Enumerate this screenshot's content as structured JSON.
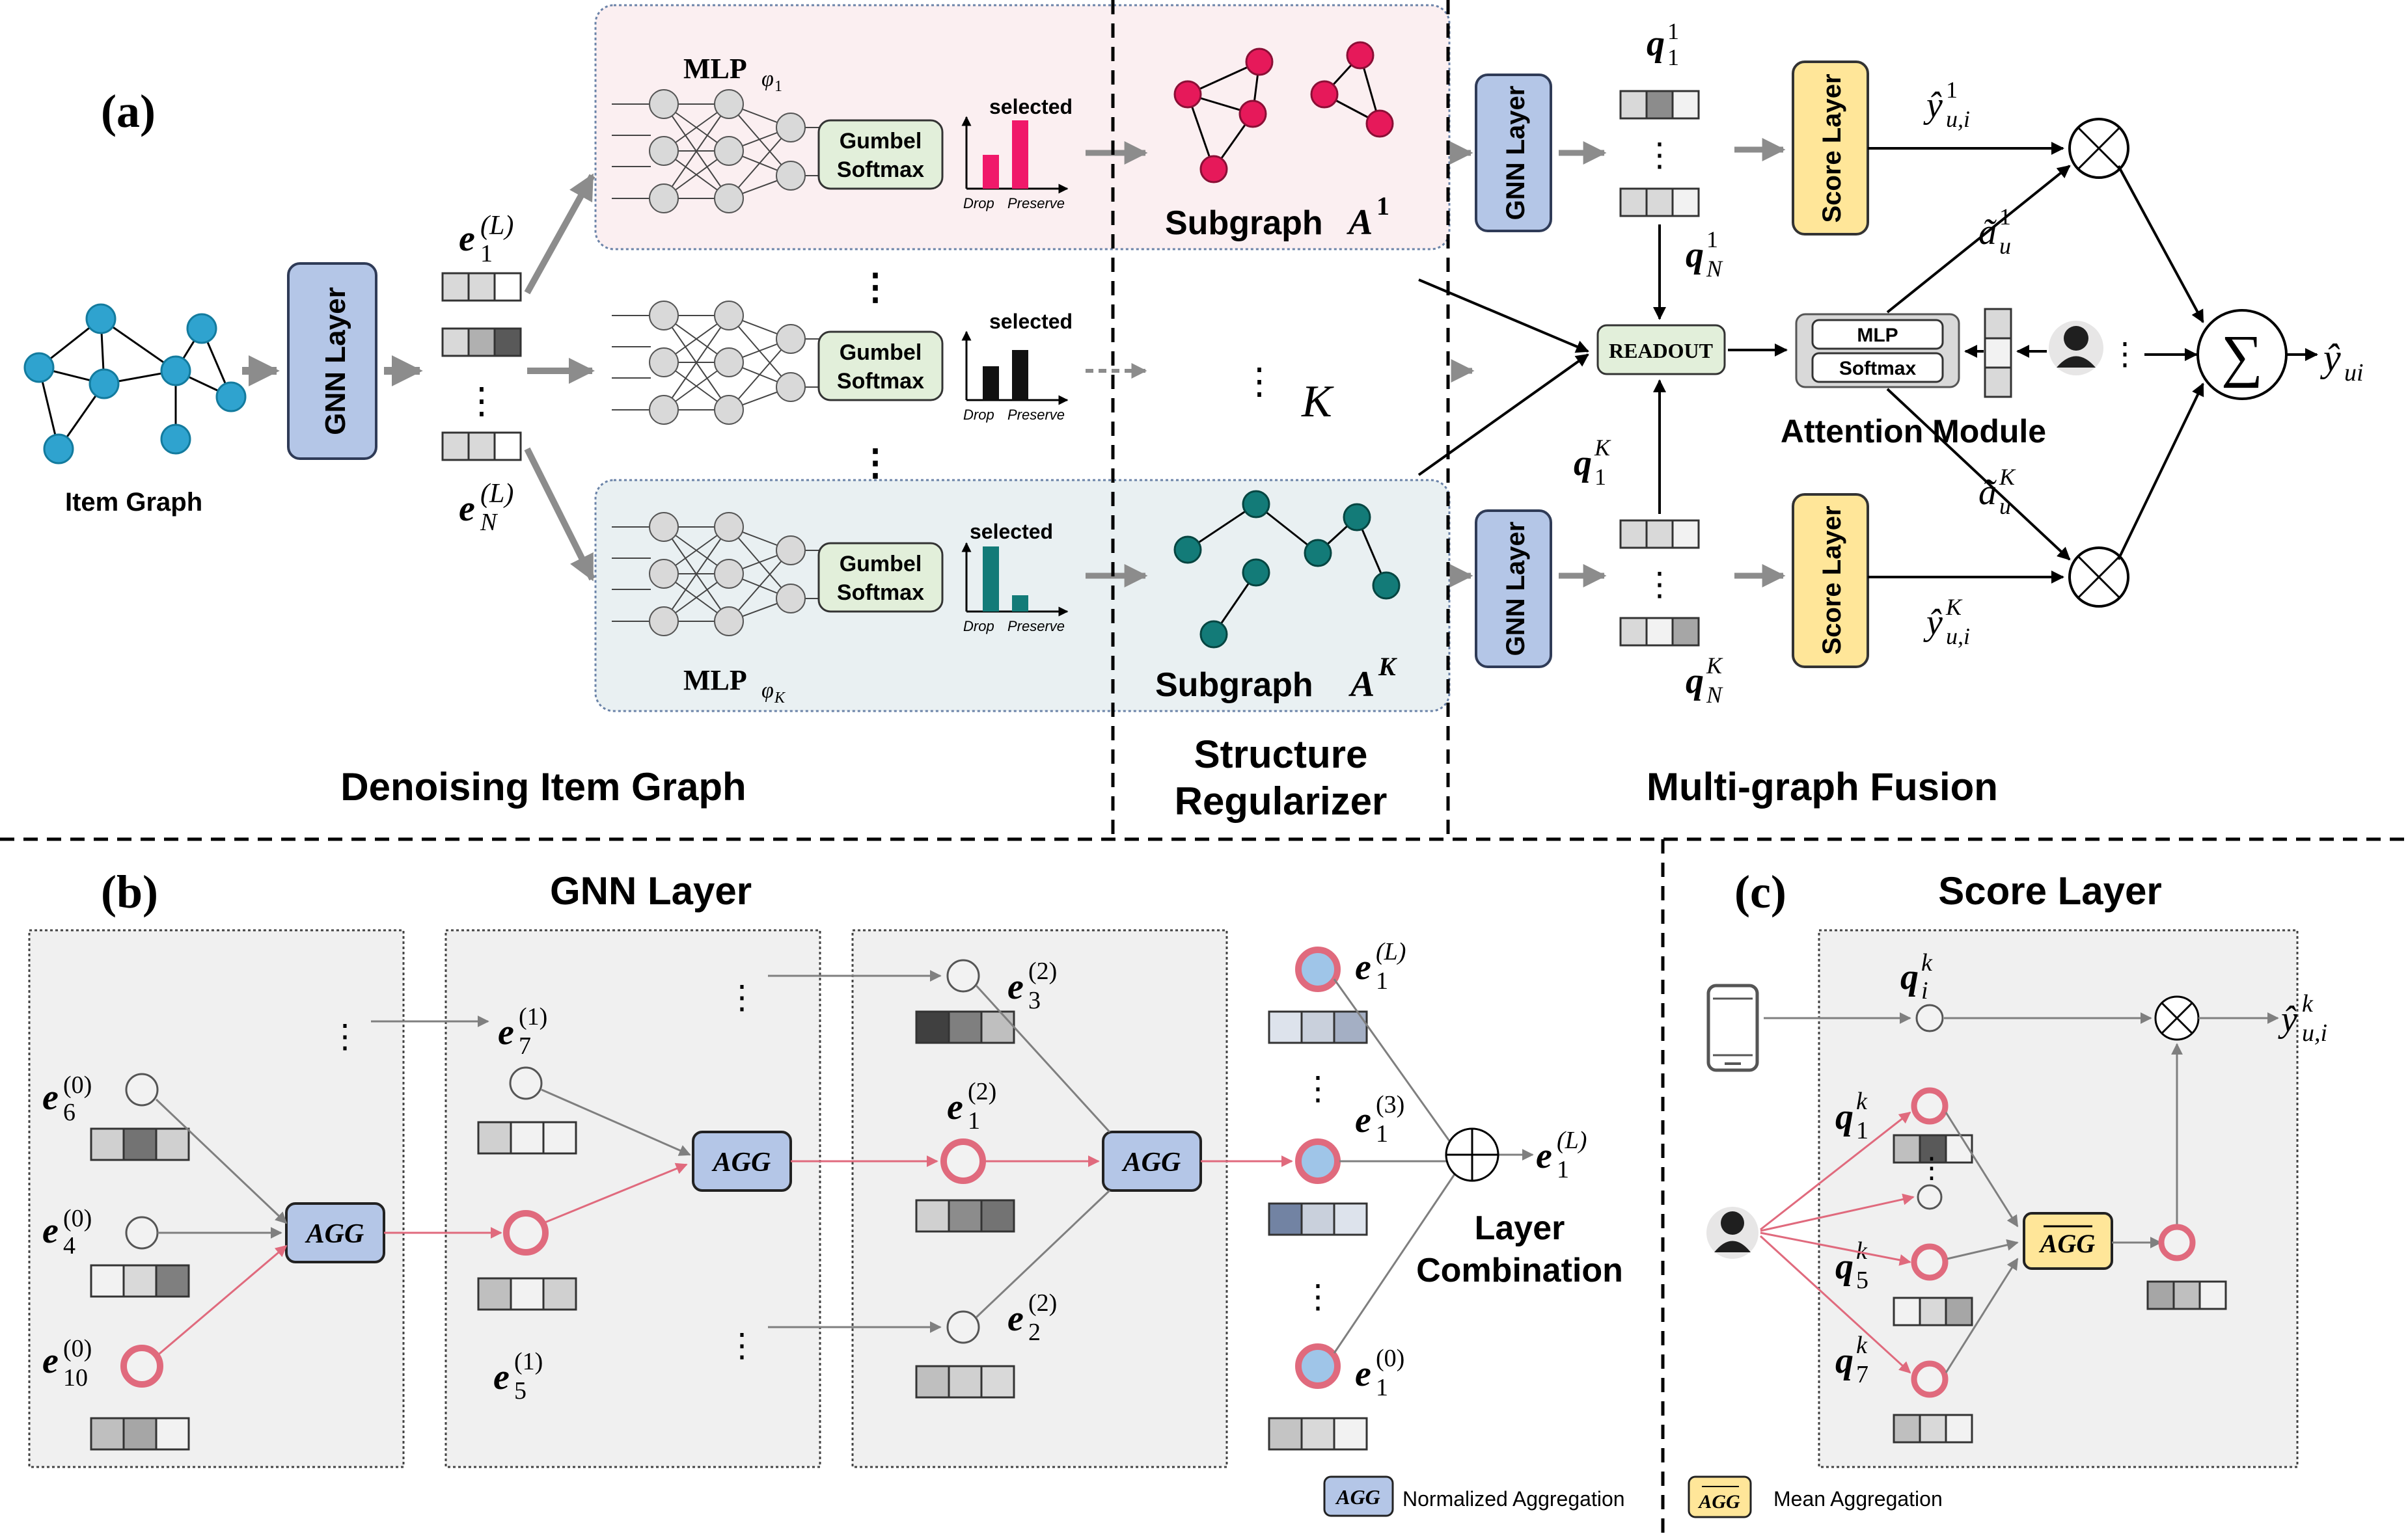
{
  "panel_a": {
    "label": "(a)",
    "item_graph_label": "Item Graph",
    "gnn_layer_label": "GNN Layer",
    "e1L": "e",
    "e1L_sup": "(L)",
    "e1L_sub": "1",
    "eNL_sub": "N",
    "ellipsis": "⋮",
    "mlp1": {
      "base": "MLP",
      "sub": "φ",
      "subsub": "1"
    },
    "mlpK": {
      "base": "MLP",
      "sub": "φ",
      "subsub": "K"
    },
    "gumbel_line1": "Gumbel",
    "gumbel_line2": "Softmax",
    "selected_label": "selected",
    "drop_label": "Drop",
    "preserve_label": "Preserve",
    "subgraph1": {
      "text": "Subgraph",
      "base": "A",
      "sup": "1"
    },
    "subgraphK": {
      "text": "Subgraph",
      "base": "A",
      "sup": "K"
    },
    "k_label": "K",
    "q1_top": {
      "base": "q",
      "sup": "1",
      "sub": "1"
    },
    "qN_top": {
      "base": "q",
      "sup": "1",
      "sub": "N"
    },
    "q1_bot": {
      "base": "q",
      "sup": "K",
      "sub": "1"
    },
    "qN_bot": {
      "base": "q",
      "sup": "K",
      "sub": "N"
    },
    "score_layer_label": "Score Layer",
    "readout_label": "READOUT",
    "mlp_label": "MLP",
    "softmax_label": "Softmax",
    "attention_label": "Attention Module",
    "y1": {
      "base": "ŷ",
      "sup": "1",
      "sub": "u,i"
    },
    "yK": {
      "base": "ŷ",
      "sup": "K",
      "sub": "u,i"
    },
    "a1": {
      "base": "ã",
      "sup": "1",
      "sub": "u"
    },
    "aK": {
      "base": "ã",
      "sup": "K",
      "sub": "u"
    },
    "y_final": {
      "base": "ŷ",
      "sub": "ui"
    },
    "sum_symbol": "∑",
    "section_denoise": "Denoising Item Graph",
    "section_struct_1": "Structure",
    "section_struct_2": "Regularizer",
    "section_fusion": "Multi-graph Fusion"
  },
  "panel_b": {
    "label": "(b)",
    "title": "GNN Layer",
    "agg_label": "AGG",
    "e6": {
      "sup": "(0)",
      "sub": "6"
    },
    "e4": {
      "sup": "(0)",
      "sub": "4"
    },
    "e10": {
      "sup": "(0)",
      "sub": "10"
    },
    "e7": {
      "sup": "(1)",
      "sub": "7"
    },
    "e5": {
      "sup": "(1)",
      "sub": "5"
    },
    "e3": {
      "sup": "(2)",
      "sub": "3"
    },
    "e1_2": {
      "sup": "(2)",
      "sub": "1"
    },
    "e2": {
      "sup": "(2)",
      "sub": "2"
    },
    "e1L": {
      "sup": "(L)",
      "sub": "1"
    },
    "e1_3": {
      "sup": "(3)",
      "sub": "1"
    },
    "e1_0": {
      "sup": "(0)",
      "sub": "1"
    },
    "e1L_out": {
      "sup": "(L)",
      "sub": "1"
    },
    "layer_comb_1": "Layer",
    "layer_comb_2": "Combination",
    "legend_agg": "AGG",
    "legend_text": "Normalized Aggregation"
  },
  "panel_c": {
    "label": "(c)",
    "title": "Score Layer",
    "qi": {
      "base": "q",
      "sup": "k",
      "sub": "i"
    },
    "q1": {
      "base": "q",
      "sup": "k",
      "sub": "1"
    },
    "q5": {
      "base": "q",
      "sup": "k",
      "sub": "5"
    },
    "q7": {
      "base": "q",
      "sup": "k",
      "sub": "7"
    },
    "agg_label": "AGG",
    "y_out": {
      "base": "ŷ",
      "sup": "k",
      "sub": "u,i"
    },
    "legend_agg": "AGG",
    "legend_text": "Mean Aggregation"
  },
  "colors": {
    "graph_blue": "#2fa3cf",
    "sub_pink": "#e6195a",
    "sub_teal": "#137b78",
    "gnn_blue": "#b4c6e7",
    "score_yellow": "#ffe699",
    "gumbel_green": "#e2efda",
    "pink_box": "#fbeff1",
    "teal_box": "#e9f0f2",
    "red_ring": "#e06a7d",
    "node_blue": "#9fc5e8",
    "arrow_gray": "#8c8c8c"
  }
}
